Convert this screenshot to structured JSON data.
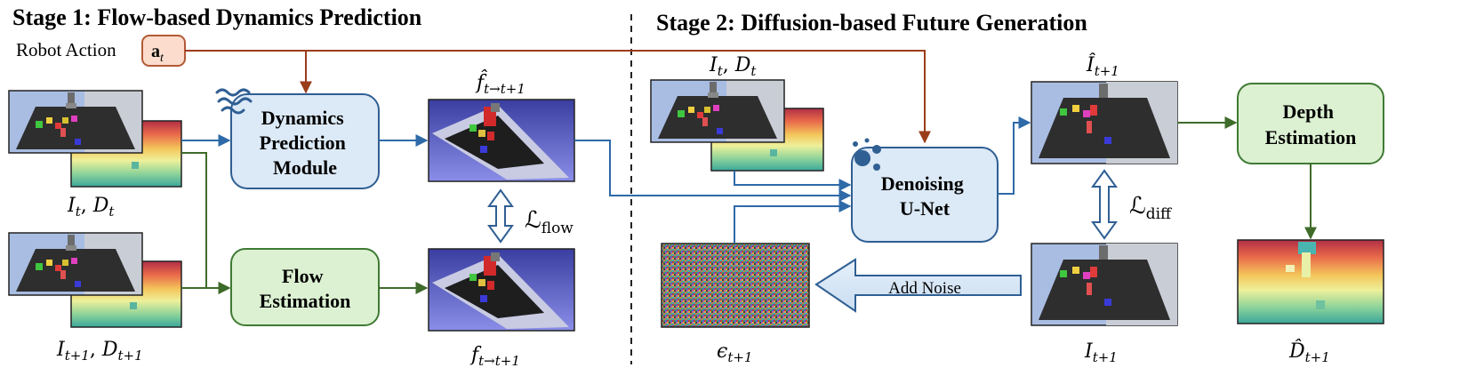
{
  "stage1": {
    "title": "Stage 1: Flow-based Dynamics Prediction"
  },
  "stage2": {
    "title": "Stage 2: Diffusion-based Future Generation"
  },
  "robot_action": {
    "label": "Robot Action",
    "symbol": "a",
    "subscript": "t"
  },
  "modules": {
    "dynamics": [
      "Dynamics",
      "Prediction",
      "Module"
    ],
    "flow": [
      "Flow",
      "Estimation"
    ],
    "unet": [
      "Denoising",
      "U-Net"
    ],
    "depth": [
      "Depth",
      "Estimation"
    ]
  },
  "labels": {
    "it_dt": {
      "a": "I",
      "a_sub": "t",
      "b": "D",
      "b_sub": "t"
    },
    "it1_dt1": {
      "a": "I",
      "a_sub": "t+1",
      "b": "D",
      "b_sub": "t+1"
    },
    "f_hat": {
      "main": "f̂",
      "sub": "t→t+1"
    },
    "f": {
      "main": "f",
      "sub": "t→t+1"
    },
    "l_flow": {
      "main": "ℒ",
      "sub": "flow"
    },
    "l_diff": {
      "main": "ℒ",
      "sub": "diff"
    },
    "i_hat": {
      "main": "Î",
      "sub": "t+1"
    },
    "i_next": {
      "main": "I",
      "sub": "t+1"
    },
    "eps": {
      "main": "ϵ",
      "sub": "t+1"
    },
    "d_hat": {
      "main": "D̂",
      "sub": "t+1"
    }
  },
  "add_noise": "Add Noise",
  "colors": {
    "blue_arrow": "#2e6aa8",
    "green_arrow": "#3f6b2a",
    "brown_arrow": "#9a3d1b",
    "blue_box_fill": "#dce9f6",
    "blue_box_stroke": "#2f5f93",
    "green_box_fill": "#dcf1d2",
    "green_box_stroke": "#3f7a33",
    "action_fill": "#fbdccd",
    "action_stroke": "#b35a36"
  }
}
